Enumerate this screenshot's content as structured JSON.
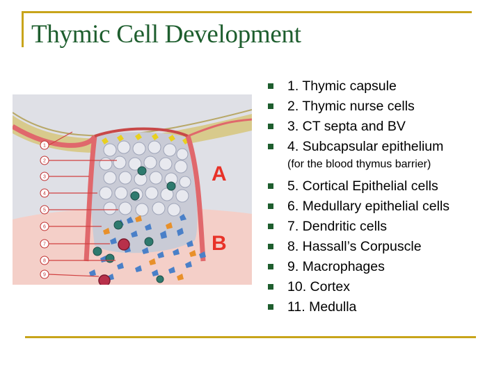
{
  "slide": {
    "title": "Thymic Cell Development"
  },
  "diagram": {
    "region_labels": [
      "A",
      "B"
    ],
    "callout_numbers": [
      "1",
      "2",
      "3",
      "4",
      "5",
      "6",
      "7",
      "8",
      "9"
    ],
    "colors": {
      "capsule": "#d8ca8c",
      "cortex_bg": "#dfe0e6",
      "medulla_bg": "#f4cfc8",
      "septa": "#e0686c",
      "cells": "#4a80c8",
      "yellow_cells": "#e8d020",
      "orange_cells": "#e8902a",
      "nurse_cells": "#2e7a6e",
      "corpuscle": "#b8304a",
      "label_red": "#e83228"
    }
  },
  "bullets": [
    {
      "text": "1. Thymic capsule"
    },
    {
      "text": "2. Thymic nurse cells"
    },
    {
      "text": "3. CT septa and BV"
    },
    {
      "text": "4. Subcapsular epithelium"
    },
    {
      "text": "(for the blood thymus barrier)",
      "note": true
    },
    {
      "text": "5. Cortical Epithelial cells"
    },
    {
      "text": "6. Medullary epithelial cells"
    },
    {
      "text": "7. Dendritic cells"
    },
    {
      "text": "8. Hassall’s Corpuscle"
    },
    {
      "text": "9. Macrophages"
    },
    {
      "text": "10. Cortex"
    },
    {
      "text": "11. Medulla"
    }
  ]
}
